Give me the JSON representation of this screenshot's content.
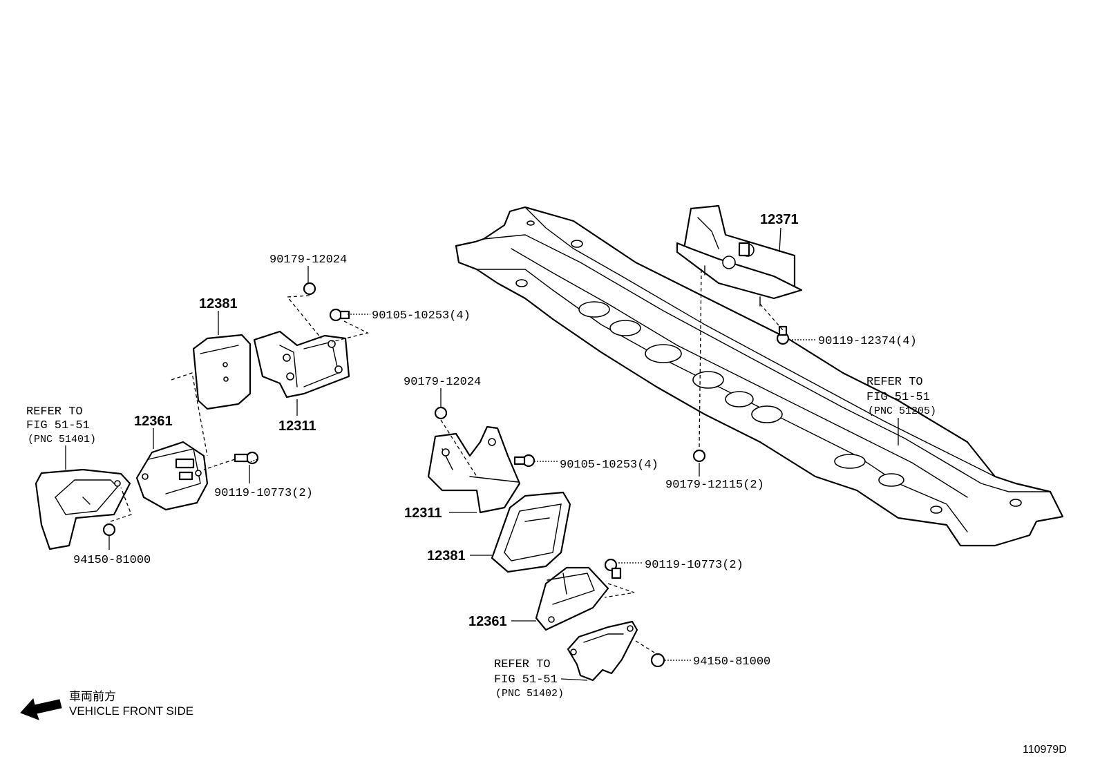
{
  "labels": {
    "left": {
      "nut_top": "90179-12024",
      "bolt_top": "90105-10253(4)",
      "insulator": "12381",
      "bracket": "12311",
      "mount": "12361",
      "bolt_mid": "90119-10773(2)",
      "nut_bottom": "94150-81000",
      "refer_line1": "REFER TO",
      "refer_line2": "FIG 51-51",
      "refer_line3": "(PNC 51401)"
    },
    "center": {
      "nut_top": "90179-12024",
      "bolt_top": "90105-10253(4)",
      "bracket": "12311",
      "insulator": "12381",
      "bolt_mid": "90119-10773(2)",
      "mount": "12361",
      "nut_bottom": "94150-81000",
      "refer_line1": "REFER TO",
      "refer_line2": "FIG 51-51",
      "refer_line3": "(PNC 51402)"
    },
    "right": {
      "rear_mount": "12371",
      "bolt": "90119-12374(4)",
      "nut": "90179-12115(2)",
      "refer_line1": "REFER TO",
      "refer_line2": "FIG 51-51",
      "refer_line3": "(PNC 51205)"
    }
  },
  "footer": {
    "front_jp": "車両前方",
    "front_en": "VEHICLE FRONT SIDE",
    "figure_id": "110979D"
  }
}
